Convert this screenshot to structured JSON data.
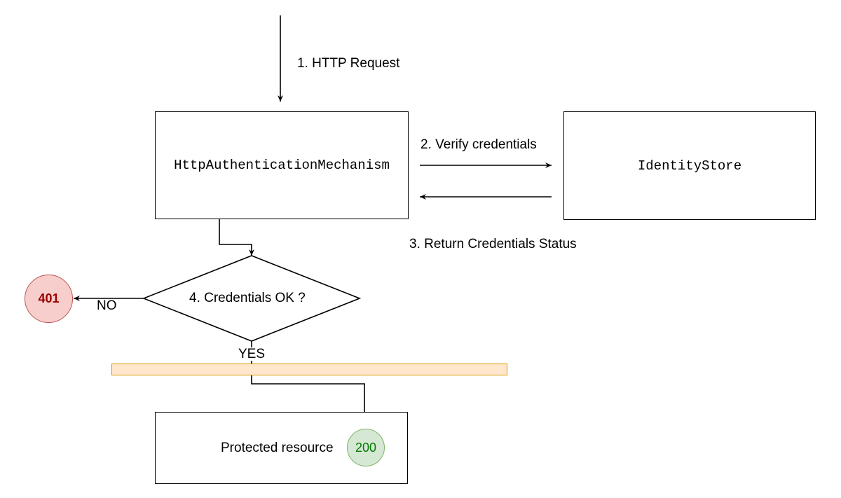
{
  "nodes": {
    "auth_mechanism": "HttpAuthenticationMechanism",
    "identity_store": "IdentityStore",
    "decision": "4. Credentials OK ?",
    "protected_resource": "Protected resource",
    "status_401": "401",
    "status_200": "200"
  },
  "edges": {
    "http_request": "1. HTTP Request",
    "verify_credentials": "2. Verify credentials",
    "return_status": "3. Return Credentials Status",
    "no": "NO",
    "yes": "YES"
  },
  "colors": {
    "error_fill": "#f8cecc",
    "error_stroke": "#b85450",
    "error_text": "#990000",
    "success_fill": "#d5e8d4",
    "success_stroke": "#82b366",
    "success_text": "#007a00",
    "bar_fill": "#ffe6cc",
    "bar_stroke": "#d79b00"
  }
}
